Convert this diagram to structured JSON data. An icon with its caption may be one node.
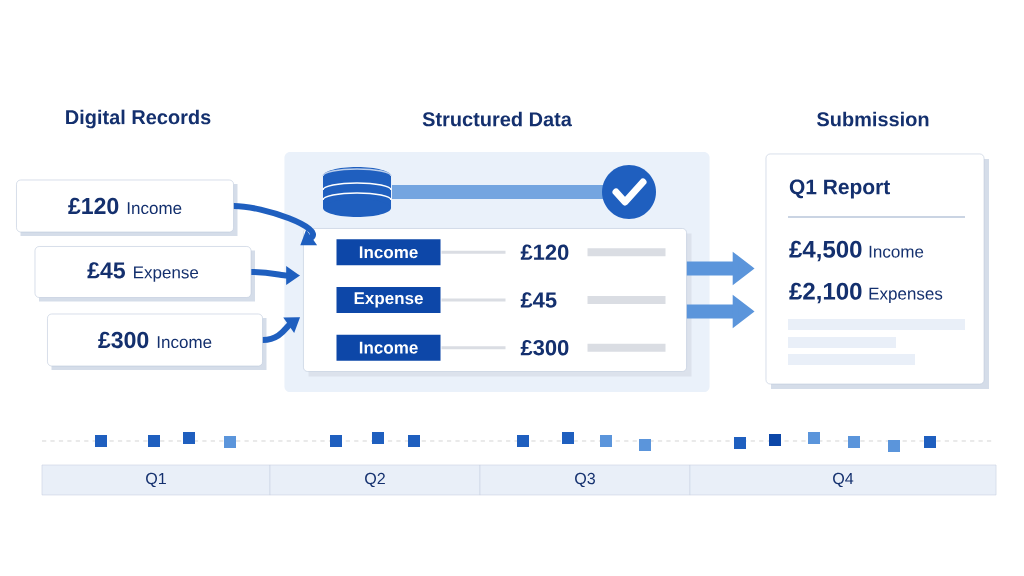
{
  "diagram": {
    "nodes": [
      {
        "text": [
          "£120",
          "Income"
        ]
      },
      {
        "text": [
          "£45",
          "Expense"
        ]
      },
      {
        "text": [
          "£300",
          "Income"
        ]
      },
      {
        "text": [
          "Structured Data"
        ]
      },
      {
        "text": [],
        "shape": "box",
        "in": 3
      },
      {
        "text": [
          "Income",
          "£120"
        ],
        "in": 4
      },
      {
        "text": [
          "Expense",
          "£45"
        ],
        "in": 4
      },
      {
        "text": [
          "Income",
          "£300"
        ],
        "in": 4
      },
      {
        "text": [
          "Q1 Report",
          "£4,500",
          "Income",
          "£2,100",
          "Expenses"
        ]
      },
      {
        "text": [
          "Q1"
        ]
      },
      {
        "text": [
          "Q2"
        ]
      },
      {
        "text": [
          "Q3"
        ]
      },
      {
        "text": [
          "Q4"
        ]
      }
    ],
    "edges": [
      {
        "from": 0,
        "to": 4,
        "arrow": "to"
      },
      {
        "from": 1,
        "to": 4,
        "arrow": "to"
      },
      {
        "from": 2,
        "to": 4,
        "arrow": "to"
      },
      {
        "from": 4,
        "to": 8,
        "arrow": "to",
        "style": "thick"
      },
      {
        "from": 4,
        "to": 8,
        "arrow": "to",
        "style": "thick"
      }
    ],
    "labels": [
      "Digital Records",
      "Submission"
    ]
  }
}
